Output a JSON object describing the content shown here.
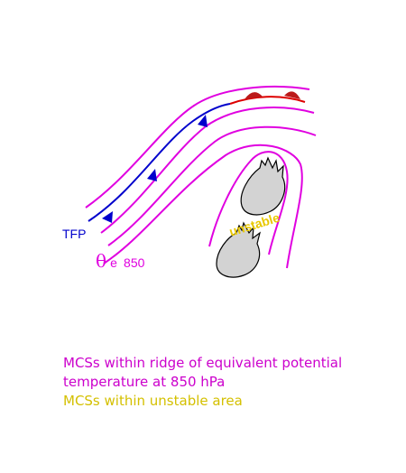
{
  "labels": {
    "front": "TFP",
    "theta_symbol": "θ",
    "theta_subscript": "e",
    "theta_level": "850",
    "unstable": "unstable"
  },
  "caption": {
    "line1": "MCSs within ridge of equivalent potential",
    "line2": "temperature at 850 hPa",
    "line3": "MCSs within unstable area"
  },
  "colors": {
    "theta_contours": "#e000e0",
    "cold_front": "#0000cc",
    "warm_front": "#dd0000",
    "warm_front_lobes": "#bb1a1a",
    "unstable": "#e8c800",
    "mcs_fill": "#d3d3d3",
    "mcs_outline": "#000000",
    "caption_theta": "#cc00cc",
    "caption_unstable": "#d4c000"
  }
}
